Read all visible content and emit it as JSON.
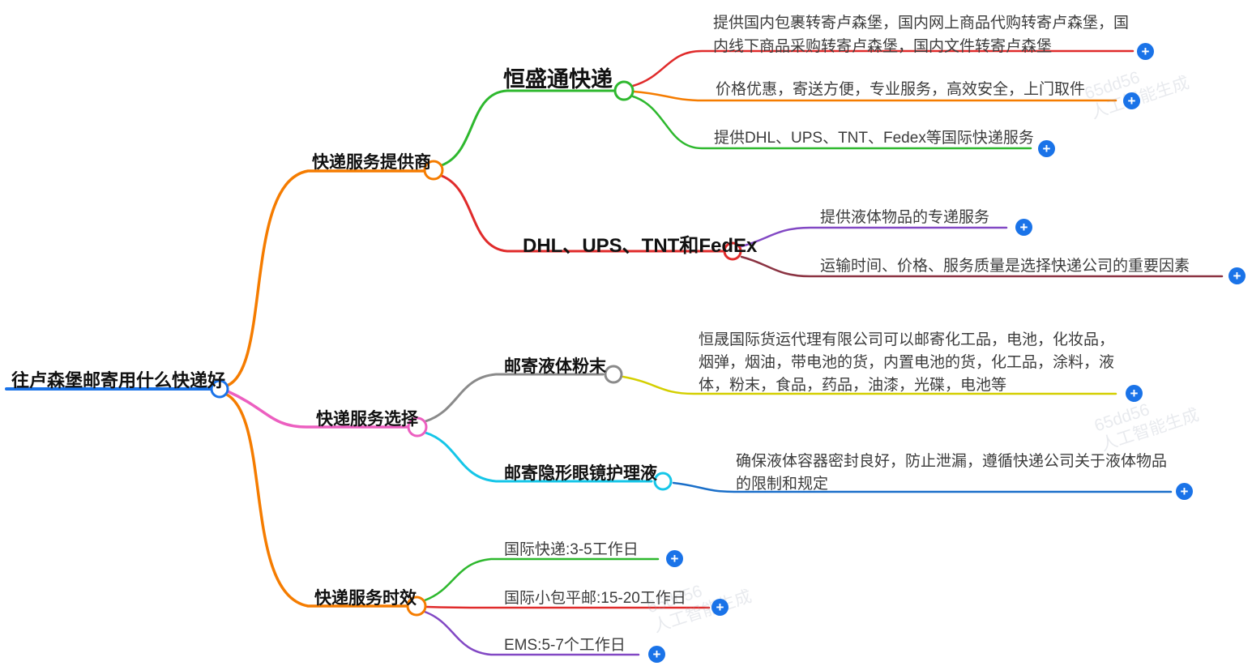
{
  "mindmap": {
    "root": {
      "label": "往卢森堡邮寄用什么快递好"
    },
    "branches": [
      {
        "label": "快递服务提供商",
        "nodes": [
          {
            "label": "恒盛通快递",
            "leaves": [
              {
                "text": "提供国内包裹转寄卢森堡，国内网上商品代购转寄卢森堡，国内线下商品采购转寄卢森堡，国内文件转寄卢森堡"
              },
              {
                "text": "价格优惠，寄送方便，专业服务，高效安全，上门取件"
              },
              {
                "text": "提供DHL、UPS、TNT、Fedex等国际快递服务"
              }
            ]
          },
          {
            "label": "DHL、UPS、TNT和FedEx",
            "leaves": [
              {
                "text": "提供液体物品的专递服务"
              },
              {
                "text": "运输时间、价格、服务质量是选择快递公司的重要因素"
              }
            ]
          }
        ]
      },
      {
        "label": "快递服务选择",
        "nodes": [
          {
            "label": "邮寄液体粉末",
            "leaves": [
              {
                "text": "恒晟国际货运代理有限公司可以邮寄化工品，电池，化妆品，烟弹，烟油，带电池的货，内置电池的货，化工品，涂料，液体，粉末，食品，药品，油漆，光碟，电池等"
              }
            ]
          },
          {
            "label": "邮寄隐形眼镜护理液",
            "leaves": [
              {
                "text": "确保液体容器密封良好，防止泄漏，遵循快递公司关于液体物品的限制和规定"
              }
            ]
          }
        ]
      },
      {
        "label": "快递服务时效",
        "leaves": [
          {
            "text": "国际快递:3-5工作日"
          },
          {
            "text": "国际小包平邮:15-20工作日"
          },
          {
            "text": "EMS:5-7个工作日"
          }
        ]
      }
    ]
  },
  "icons": {
    "add": "+"
  },
  "watermark": {
    "line1": "65dd56",
    "line2": "人工智能生成"
  },
  "colors": {
    "root_blue": "#1a73e8",
    "orange": "#f57c00",
    "pink": "#ec5fc0",
    "green": "#2eb82e",
    "red": "#e02b2b",
    "dark_red": "#8b3342",
    "purple": "#8248c4",
    "gray": "#8a8a8a",
    "yellow": "#d4cf00",
    "cyan": "#15c6e8",
    "leaf_blue": "#1a6fc9",
    "plus_blue": "#1a73e8"
  }
}
